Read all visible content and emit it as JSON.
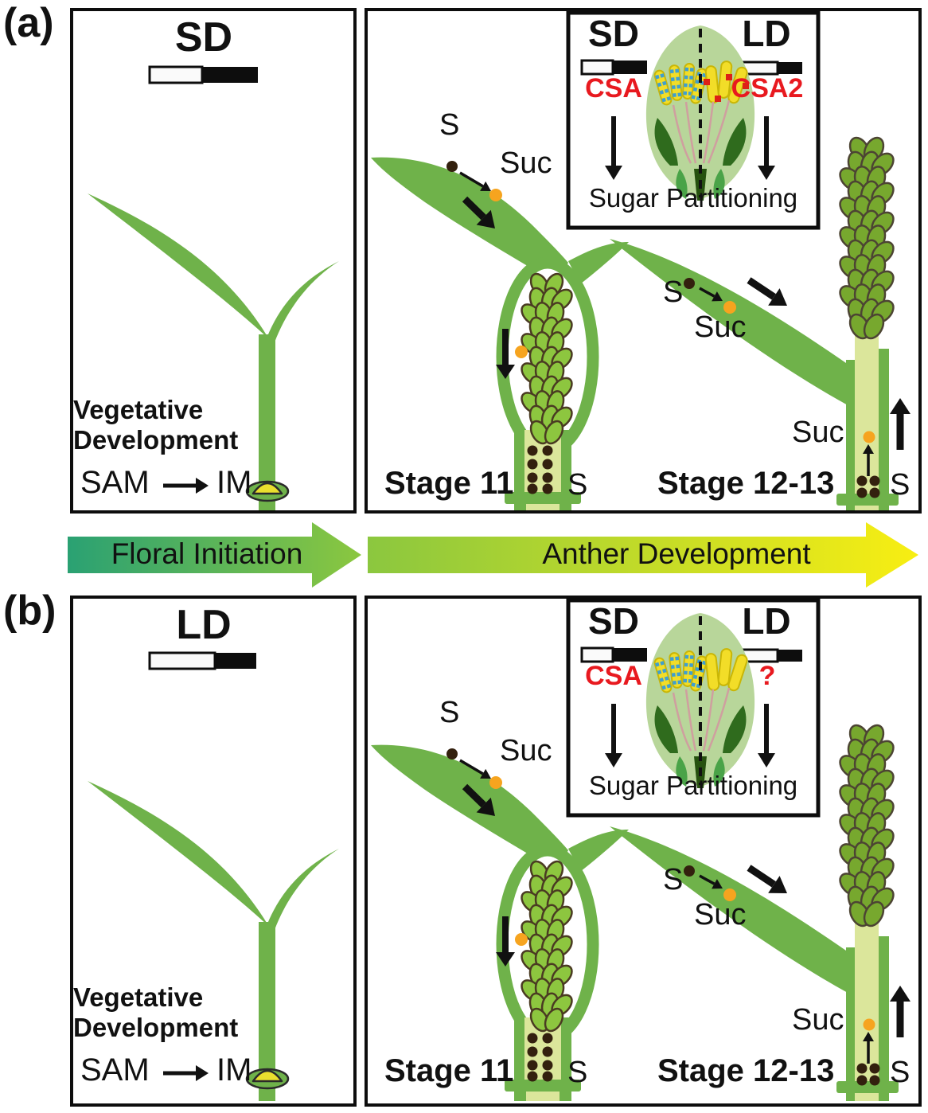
{
  "panel_a": {
    "label": "(a)",
    "photoperiod": {
      "title": "SD"
    },
    "left": {
      "heading": "Vegetative Development",
      "sam": "SAM",
      "im": "IM"
    },
    "stage11": {
      "leaf_starch": "S",
      "leaf_sucrose": "Suc",
      "caption": "Stage 11",
      "stem_starch": "S"
    },
    "stage1213": {
      "leaf_starch": "S",
      "leaf_sucrose": "Suc",
      "stem_sucrose": "Suc",
      "stem_starch": "S",
      "caption": "Stage 12-13"
    },
    "inset": {
      "sd": "SD",
      "ld": "LD",
      "left_gene": "CSA",
      "right_gene": "CSA2",
      "caption": "Sugar Partitioning"
    }
  },
  "panel_b": {
    "label": "(b)",
    "photoperiod": {
      "title": "LD"
    },
    "left": {
      "heading": "Vegetative Development",
      "sam": "SAM",
      "im": "IM"
    },
    "stage11": {
      "leaf_starch": "S",
      "leaf_sucrose": "Suc",
      "caption": "Stage 11",
      "stem_starch": "S"
    },
    "stage1213": {
      "leaf_starch": "S",
      "leaf_sucrose": "Suc",
      "stem_sucrose": "Suc",
      "stem_starch": "S",
      "caption": "Stage 12-13"
    },
    "inset": {
      "sd": "SD",
      "ld": "LD",
      "left_gene": "CSA",
      "right_gene": "?",
      "caption": "Sugar Partitioning"
    }
  },
  "timeline": {
    "floral": "Floral Initiation",
    "anther": "Anther Development"
  },
  "colors": {
    "green": "#6fb24a",
    "light": "#dbe69b",
    "panicle11": "#8dc63f",
    "panicle11Stroke": "#4a3b22",
    "panicle1213": "#77a82e",
    "panicle1213Stroke": "#4c4433",
    "orange": "#f6a41f",
    "darkDot": "#33200e",
    "red": "#e8191f",
    "antherYellow": "#f2dd28",
    "antherStroke": "#c9b606",
    "blueDot": "#3f9fd0",
    "redSquare": "#dd2016",
    "floretBody": "#b8d69a",
    "sepalDark": "#2f6b1d",
    "sepalMid": "#4aa348",
    "stalk": "#26520f",
    "filament": "#cf9f9f",
    "gradFloralStart": "#2aa173",
    "gradMid": "#8bc73f",
    "gradEnd": "#f8ee12"
  }
}
